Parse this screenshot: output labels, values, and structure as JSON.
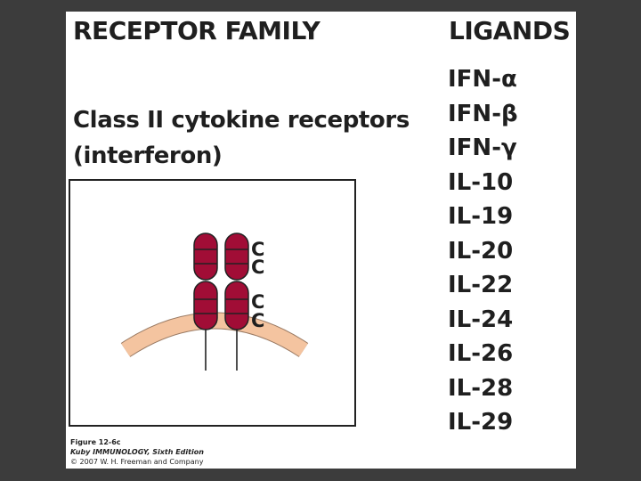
{
  "header": {
    "left": "RECEPTOR FAMILY",
    "right": "LIGANDS"
  },
  "receptor_class": {
    "line1": "Class II cytokine receptors",
    "line2": "(interferon)"
  },
  "ligands": [
    "IFN-α",
    "IFN-β",
    "IFN-γ",
    "IL-10",
    "IL-19",
    "IL-20",
    "IL-22",
    "IL-24",
    "IL-26",
    "IL-28",
    "IL-29"
  ],
  "diagram": {
    "domain_labels": [
      "C",
      "C",
      "C",
      "C"
    ],
    "colors": {
      "receptor": "#a10d36",
      "membrane": "#f4c4a0",
      "outline": "#222222"
    }
  },
  "caption": {
    "figure": "Figure 12-6c",
    "book": "Kuby IMMUNOLOGY, Sixth Edition",
    "copyright": "© 2007 W. H. Freeman and Company"
  }
}
